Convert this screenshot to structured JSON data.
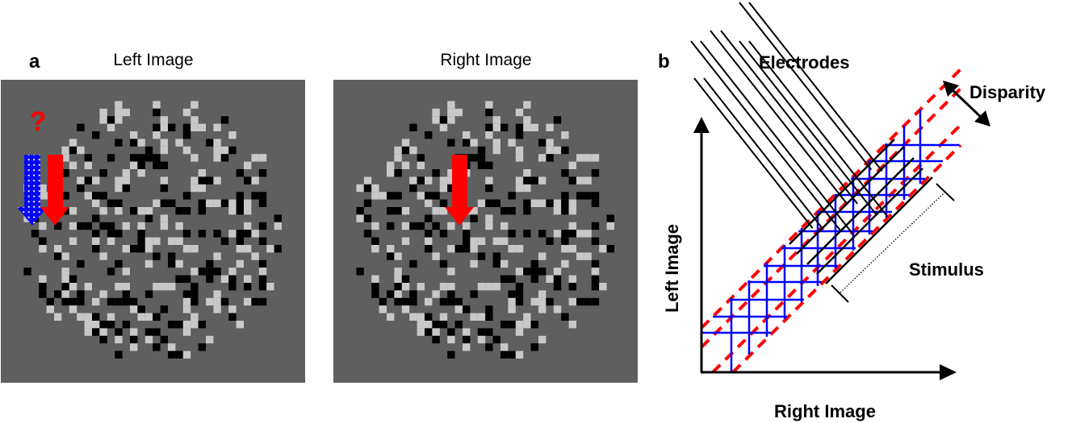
{
  "panel_a": {
    "label": "a",
    "left_title": "Left Image",
    "right_title": "Right Image",
    "question_mark": "?",
    "background_color": "#5f5f5f",
    "dot_colors": {
      "light": "#c8c8c8",
      "dark": "#000000"
    },
    "arrow_colors": {
      "red": "#ff0000",
      "blue": "#0000ff"
    }
  },
  "panel_b": {
    "label": "b",
    "electrodes_label": "Electrodes",
    "disparity_label": "Disparity",
    "stimulus_label": "Stimulus",
    "y_axis_label": "Left Image",
    "x_axis_label": "Right Image",
    "colors": {
      "grid": "#0000ff",
      "band": "#ff0000",
      "lines": "#000000"
    }
  }
}
